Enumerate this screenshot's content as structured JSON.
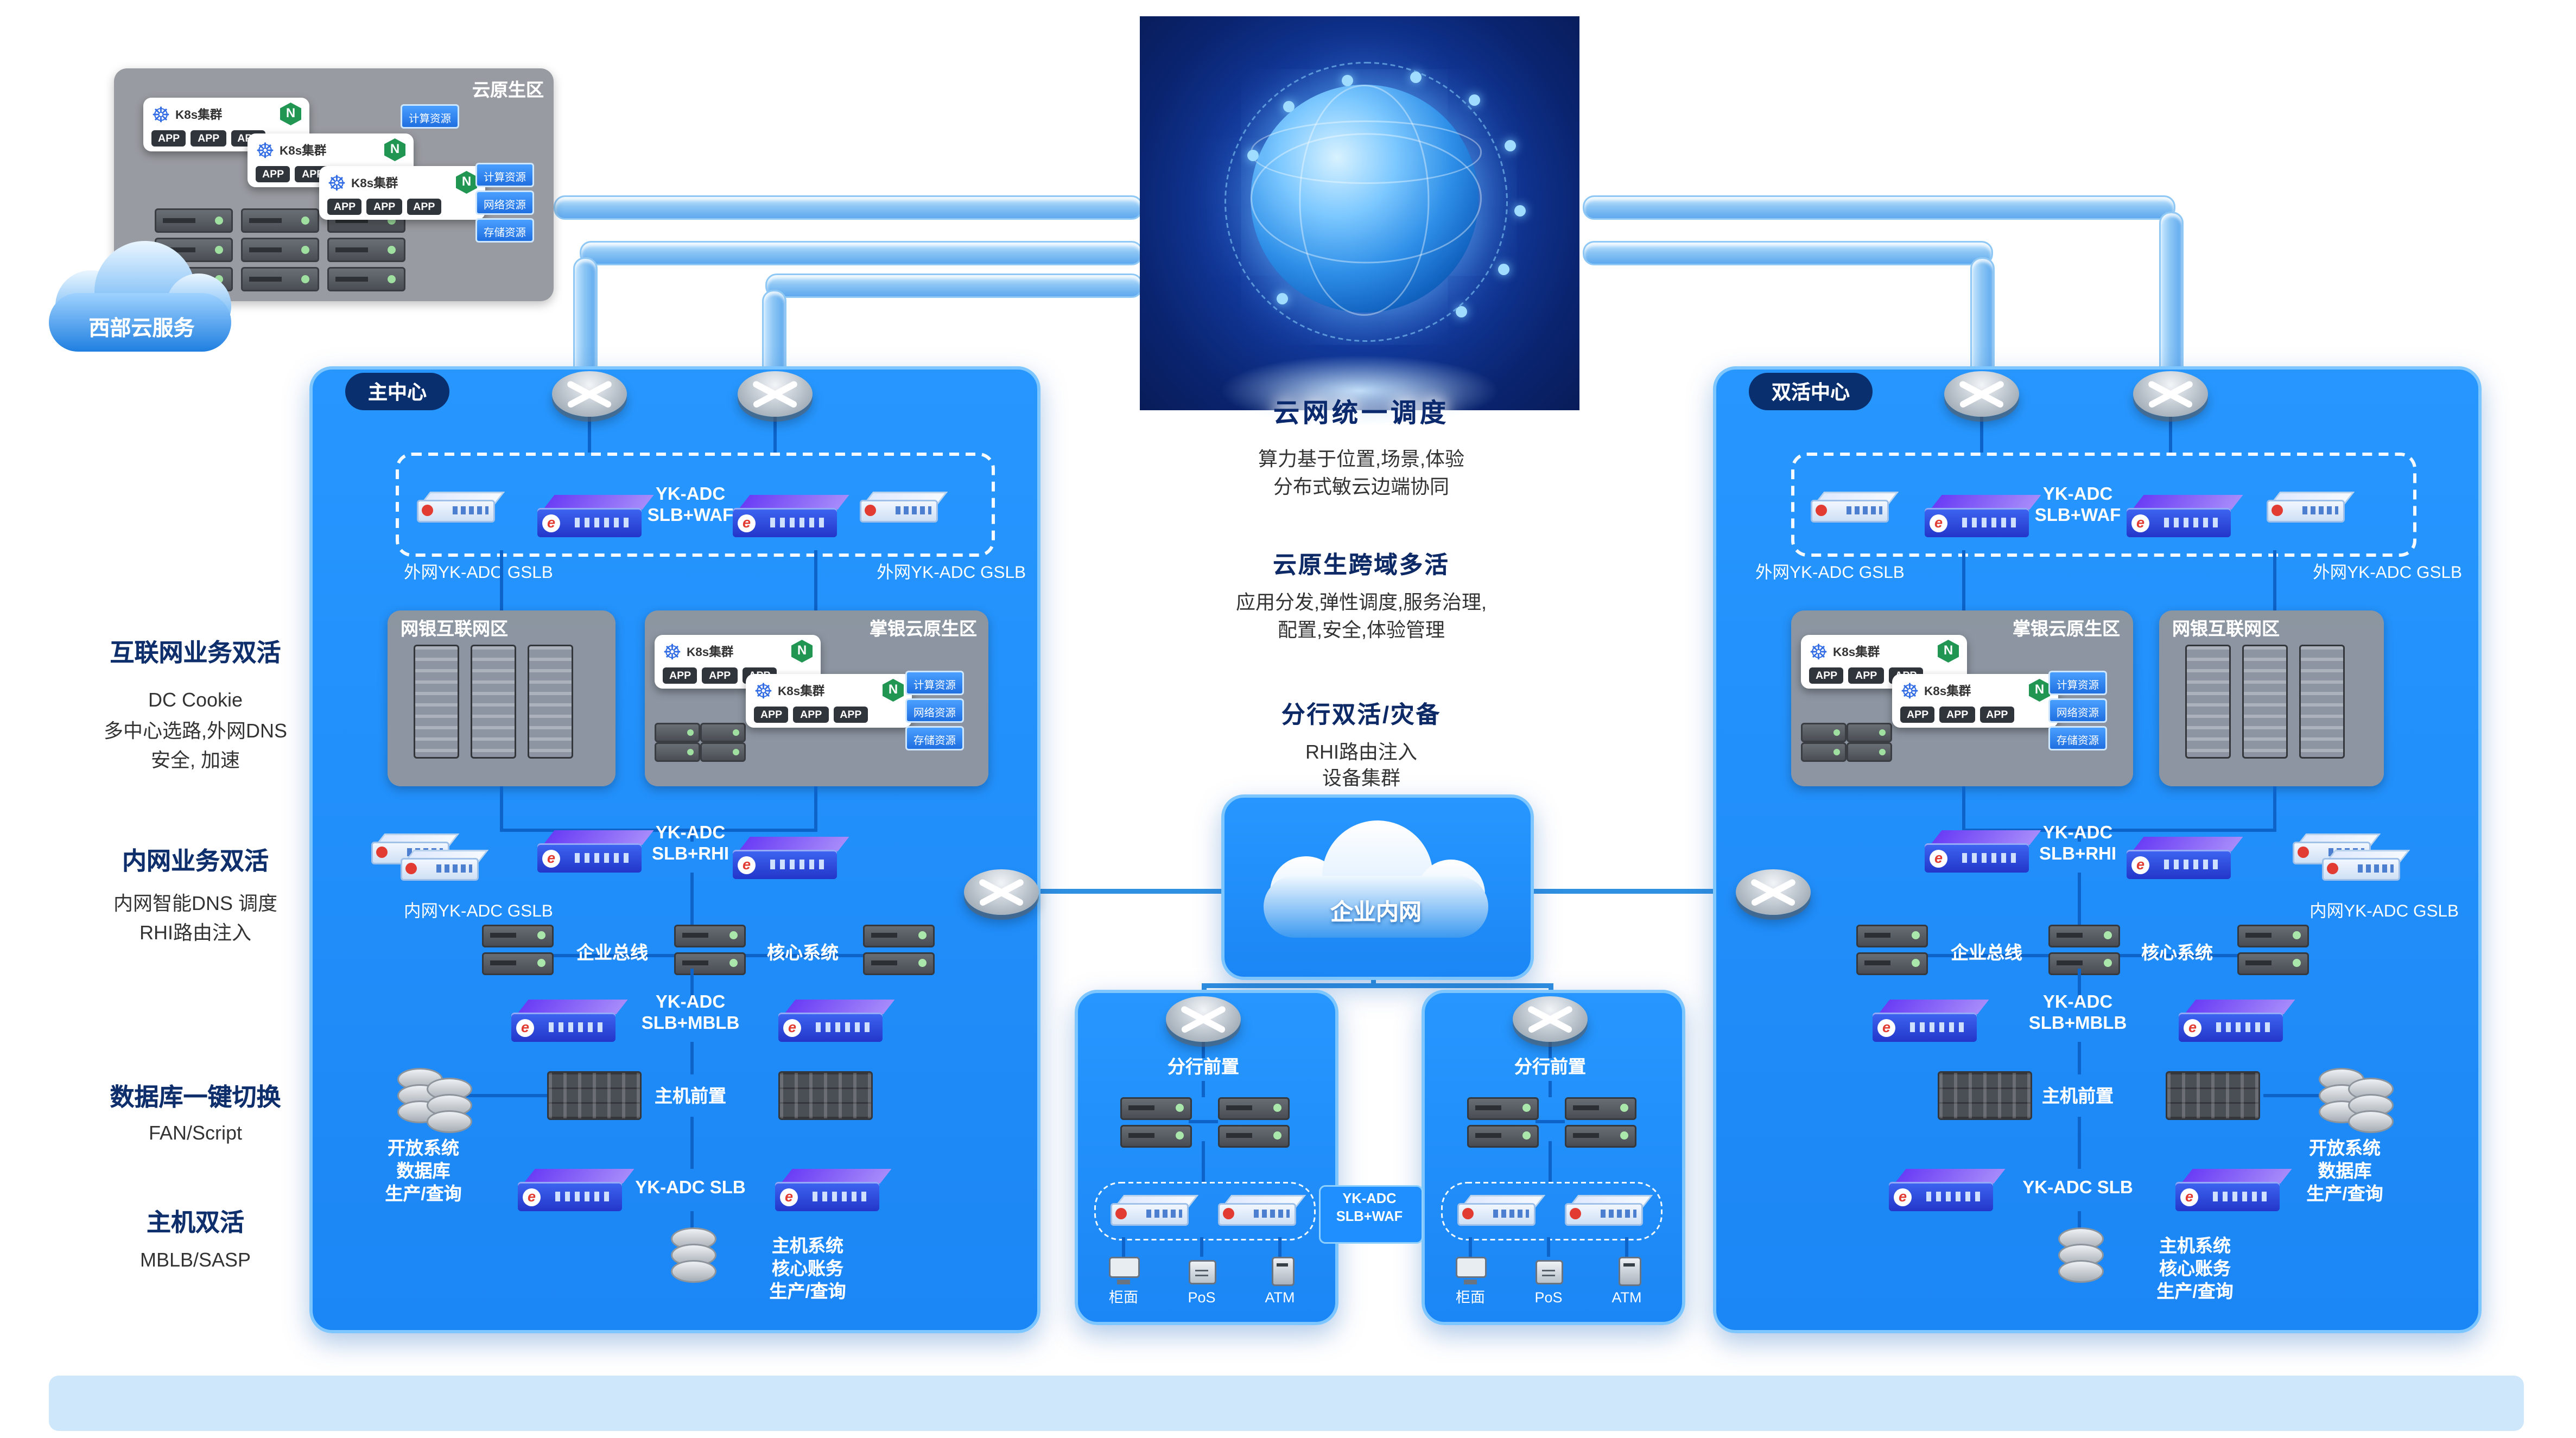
{
  "colors": {
    "accent_blue": "#1f8efe",
    "panel_navy": "#0a2f6e"
  },
  "shared": {
    "k8s_cluster": "K8s集群",
    "app_chip": "APP",
    "res_compute": "计算资源",
    "res_network": "网络资源",
    "res_storage": "存储资源",
    "yk_adc": "YK-ADC"
  },
  "west_cloud": {
    "zone_title": "云原生区",
    "cloud_label": "西部云服务"
  },
  "globe": {
    "title": "云网统一调度",
    "line1": "算力基于位置,场景,体验",
    "line2": "分布式敏云边端协同"
  },
  "center_notes": {
    "b1_title": "云原生跨域多活",
    "b1_line1": "应用分发,弹性调度,服务治理,",
    "b1_line2": "配置,安全,体验管理",
    "b2_title": "分行双活/灾备",
    "b2_line1": "RHI路由注入",
    "b2_line2": "设备集群"
  },
  "left_notes": {
    "n1_title": "互联网业务双活",
    "n1_line1": "DC Cookie",
    "n1_line2": "多中心选路,外网DNS",
    "n1_line3": "安全, 加速",
    "n2_title": "内网业务双活",
    "n2_line1": "内网智能DNS 调度",
    "n2_line2": "RHI路由注入",
    "n3_title": "数据库一键切换",
    "n3_line1": "FAN/Script",
    "n4_title": "主机双活",
    "n4_line1": "MBLB/SASP"
  },
  "intranet": {
    "label": "企业内网"
  },
  "main_center": {
    "title": "主中心",
    "adc_waf": "SLB+WAF",
    "gslb_ext": "外网YK-ADC GSLB",
    "zone_ebank": "网银互联网区",
    "zone_mbank": "掌银云原生区",
    "adc_rhi": "SLB+RHI",
    "gslb_int": "内网YK-ADC GSLB",
    "bus": "企业总线",
    "core": "核心系统",
    "adc_mblb": "SLB+MBLB",
    "open_line1": "开放系统",
    "open_line2": "数据库",
    "open_line3": "生产/查询",
    "host_front": "主机前置",
    "adc_slb": "YK-ADC SLB",
    "host_line1": "主机系统",
    "host_line2": "核心账务",
    "host_line3": "生产/查询"
  },
  "dr_center": {
    "title": "双活中心",
    "adc_waf": "SLB+WAF",
    "gslb_ext": "外网YK-ADC GSLB",
    "zone_ebank": "网银互联网区",
    "zone_mbank": "掌银云原生区",
    "adc_rhi": "SLB+RHI",
    "gslb_int": "内网YK-ADC GSLB",
    "bus": "企业总线",
    "core": "核心系统",
    "adc_mblb": "SLB+MBLB",
    "open_line1": "开放系统",
    "open_line2": "数据库",
    "open_line3": "生产/查询",
    "host_front": "主机前置",
    "adc_slb": "YK-ADC SLB",
    "host_line1": "主机系统",
    "host_line2": "核心账务",
    "host_line3": "生产/查询"
  },
  "branch": {
    "title": "分行前置",
    "adc_line2": "SLB+WAF",
    "t_counter": "柜面",
    "t_pos": "PoS",
    "t_atm": "ATM"
  }
}
